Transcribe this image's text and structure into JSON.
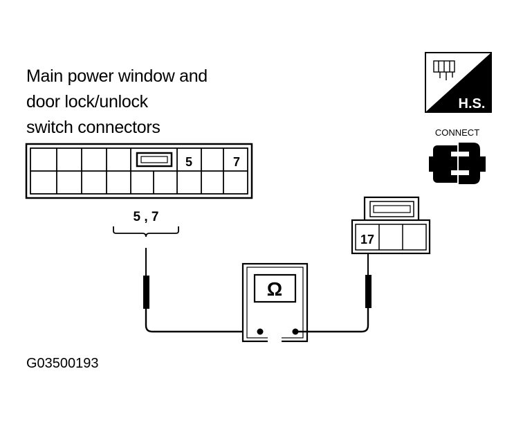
{
  "title_lines": [
    "Main power window and",
    "door lock/unlock",
    "switch connectors"
  ],
  "main_connector": {
    "pin_labels": [
      "5",
      "7"
    ],
    "probe_label": "5 , 7"
  },
  "small_connector": {
    "pin_label": "17"
  },
  "meter": {
    "symbol": "Ω"
  },
  "badges": {
    "hs_label": "H.S.",
    "connect_label": "CONNECT"
  },
  "figure_id": "G03500193"
}
